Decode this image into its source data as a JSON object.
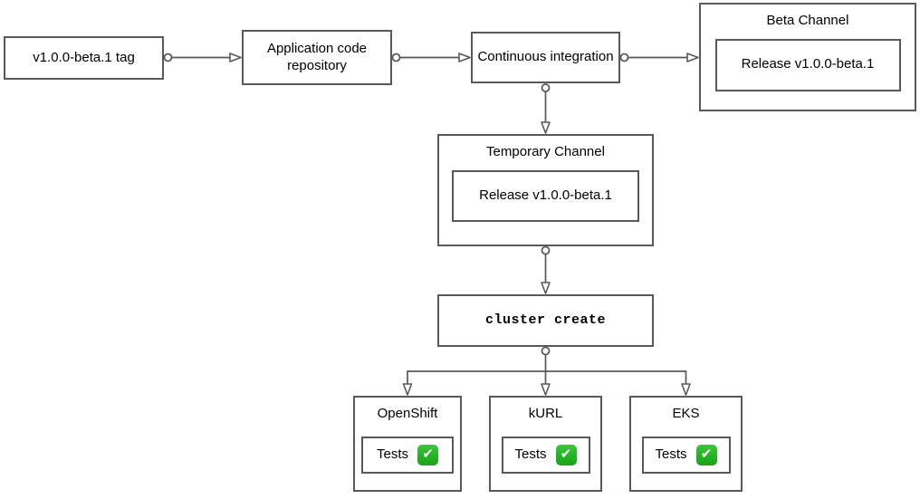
{
  "diagram": {
    "nodes": {
      "tag": {
        "label": "v1.0.0-beta.1 tag"
      },
      "repo": {
        "label": "Application code repository"
      },
      "ci": {
        "label": "Continuous integration"
      },
      "beta": {
        "title": "Beta Channel",
        "release": "Release v1.0.0-beta.1"
      },
      "temp": {
        "title": "Temporary Channel",
        "release": "Release v1.0.0-beta.1"
      },
      "cluster": {
        "label": "cluster create"
      },
      "openshift": {
        "title": "OpenShift",
        "tests_label": "Tests",
        "status": "pass",
        "check_glyph": "✔"
      },
      "kurl": {
        "title": "kURL",
        "tests_label": "Tests",
        "status": "pass",
        "check_glyph": "✔"
      },
      "eks": {
        "title": "EKS",
        "tests_label": "Tests",
        "status": "pass",
        "check_glyph": "✔"
      }
    },
    "colors": {
      "background": "#ffffff",
      "stroke": "#595959",
      "text": "#000000",
      "check_bg": "#24b324",
      "check_mark": "#ffffff"
    }
  }
}
